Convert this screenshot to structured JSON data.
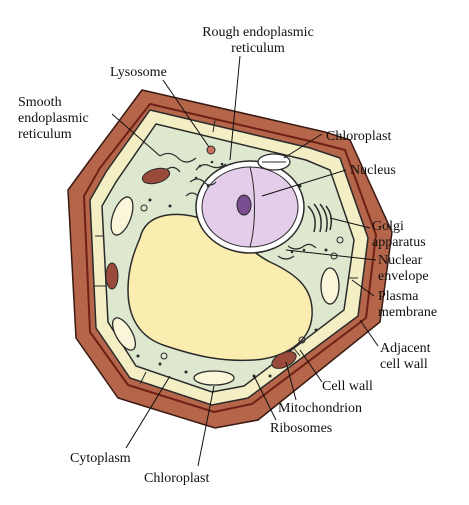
{
  "labels": {
    "rough_er_line1": "Rough endoplasmic",
    "rough_er_line2": "reticulum",
    "lysosome": "Lysosome",
    "smooth_er_line1": "Smooth",
    "smooth_er_line2": "endoplasmic",
    "smooth_er_line3": "reticulum",
    "chloroplast_top": "Chloroplast",
    "nucleus": "Nucleus",
    "golgi_line1": "Golgi",
    "golgi_line2": "apparatus",
    "nuclear_env_line1": "Nuclear",
    "nuclear_env_line2": "envelope",
    "plasma_line1": "Plasma",
    "plasma_line2": "membrane",
    "adjacent_line1": "Adjacent",
    "adjacent_line2": "cell wall",
    "cell_wall": "Cell wall",
    "mitochondrion": "Mitochondrion",
    "ribosomes": "Ribosomes",
    "cytoplasm": "Cytoplasm",
    "chloroplast_bottom": "Chloroplast"
  },
  "colors": {
    "adjacent_wall": "#b5654a",
    "adjacent_wall_dark": "#8b2f1f",
    "cell_wall": "#f4eec4",
    "cytoplasm": "#dde8cf",
    "vacuole": "#fbedb0",
    "nucleus": "#e4cdea",
    "nucleolus": "#7a4f92",
    "organelle_outline": "#2b2b2b",
    "mitochondrion": "#9a4a3a"
  }
}
